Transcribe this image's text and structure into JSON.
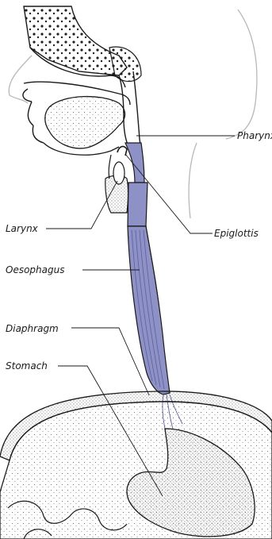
{
  "labels": {
    "pharynx": "Pharynx",
    "epiglottis": "Epiglottis",
    "larynx": "Larynx",
    "oesophagus": "Oesophagus",
    "diaphragm": "Diaphragm",
    "stomach": "Stomach"
  },
  "colors": {
    "oesophagus_fill": "#8e91c6",
    "oesophagus_dark": "#5b5f9c",
    "outline": "#1a1a1a",
    "skin_line": "#b8b8b8",
    "stipple": "#555555"
  }
}
